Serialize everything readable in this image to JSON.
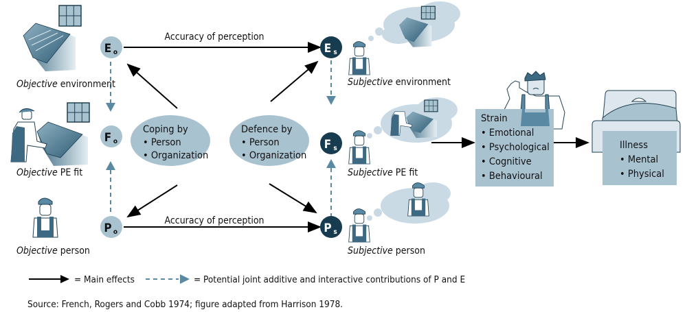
{
  "colors": {
    "objective_node": "#a9c2d0",
    "subjective_node": "#173c4f",
    "ellipse_fill": "#a9c2d0",
    "dash_line": "#5a8aa3",
    "box_fill": "#a9c2d0",
    "cloud_fill": "#c9dae4",
    "arrow": "#000000"
  },
  "nodes": {
    "eo": {
      "letter": "E",
      "sub": "o"
    },
    "fo": {
      "letter": "F",
      "sub": "o"
    },
    "po": {
      "letter": "P",
      "sub": "o"
    },
    "es": {
      "letter": "E",
      "sub": "s"
    },
    "fs": {
      "letter": "F",
      "sub": "s"
    },
    "ps": {
      "letter": "P",
      "sub": "s"
    }
  },
  "captions": {
    "obj_env": {
      "italic": "Objective",
      "rest": " environment"
    },
    "obj_fit": {
      "italic": "Objective",
      "rest": " PE fit"
    },
    "obj_person": {
      "italic": "Objective",
      "rest": " person"
    },
    "subj_env": {
      "italic": "Subjective",
      "rest": " environment"
    },
    "subj_fit": {
      "italic": "Subjective",
      "rest": " PE fit"
    },
    "subj_person": {
      "italic": "Subjective",
      "rest": " person"
    }
  },
  "arrows": {
    "top_label": "Accuracy of perception",
    "bottom_label": "Accuracy of perception"
  },
  "coping": {
    "title": "Coping by",
    "items": [
      "Person",
      "Organization"
    ]
  },
  "defence": {
    "title": "Defence by",
    "items": [
      "Person",
      "Organization"
    ]
  },
  "strain": {
    "title": "Strain",
    "items": [
      "Emotional",
      "Psychological",
      "Cognitive",
      "Behavioural"
    ]
  },
  "illness": {
    "title": "Illness",
    "items": [
      "Mental",
      "Physical"
    ]
  },
  "legend": {
    "solid": "=  Main effects",
    "dashed": "= Potential joint additive and interactive contributions of P and E"
  },
  "source": "Source: French, Rogers and Cobb 1974; figure adapted from Harrison 1978.",
  "bullet": "•"
}
